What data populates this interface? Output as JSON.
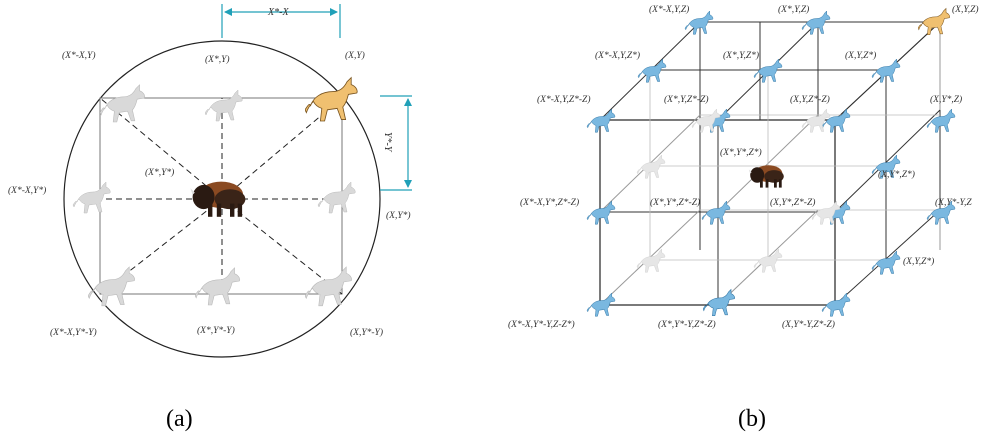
{
  "panel_a": {
    "caption": "(a)",
    "labels": {
      "top_left": "(X*-X,Y)",
      "top": "(X*,Y)",
      "top_right": "(X,Y)",
      "center": "(X*,Y*)",
      "left": "(X*-X,Y*)",
      "right": "(X,Y*)",
      "bottom_left": "(X*-X,Y*-Y)",
      "bottom": "(X*,Y*-Y)",
      "bottom_right": "(X,Y*-Y)"
    },
    "dim_horizontal": "X*-X",
    "dim_vertical": "Y*-Y"
  },
  "panel_b": {
    "caption": "(b)",
    "labels": {
      "l1": "(X*-X,Y,Z)",
      "l2": "(X*,Y,Z)",
      "l3": "(X,Y,Z)",
      "l4": "(X*-X,Y,Z*)",
      "l5": "(X*,Y,Z*)",
      "l6": "(X,Y,Z*)",
      "l7": "(X*-X,Y,Z*-Z)",
      "l8": "(X*,Y,Z*-Z)",
      "l9": "(X,Y,Z*-Z)",
      "l10": "(X,Y*,Z)",
      "l11": "(X*,Y*,Z*)",
      "l12": "(X,Y*,Z*)",
      "l13": "(X*-X,Y*,Z*-Z)",
      "l14": "(X*,Y*,Z*-Z)",
      "l15": "(X,Y*,Z*-Z)",
      "l16": "(X,Y*-Y,Z",
      "l17": "(X,Y,Z*)",
      "l18": "(X*-X,Y*-Y,Z-Z*)",
      "l19": "(X*,Y*-Y,Z*-Z)",
      "l20": "(X,Y*-Y,Z*-Z)"
    }
  },
  "colors": {
    "gray_wolf": "#d9d9d9",
    "gold_wolf": "#f0c070",
    "blue_wolf": "#7ab8e0",
    "teal_dim": "#20a0b8",
    "bison": "#6a3a1e"
  },
  "icons": [
    "gray-wolf-icon",
    "gold-wolf-icon",
    "blue-wolf-icon",
    "bison-icon"
  ]
}
